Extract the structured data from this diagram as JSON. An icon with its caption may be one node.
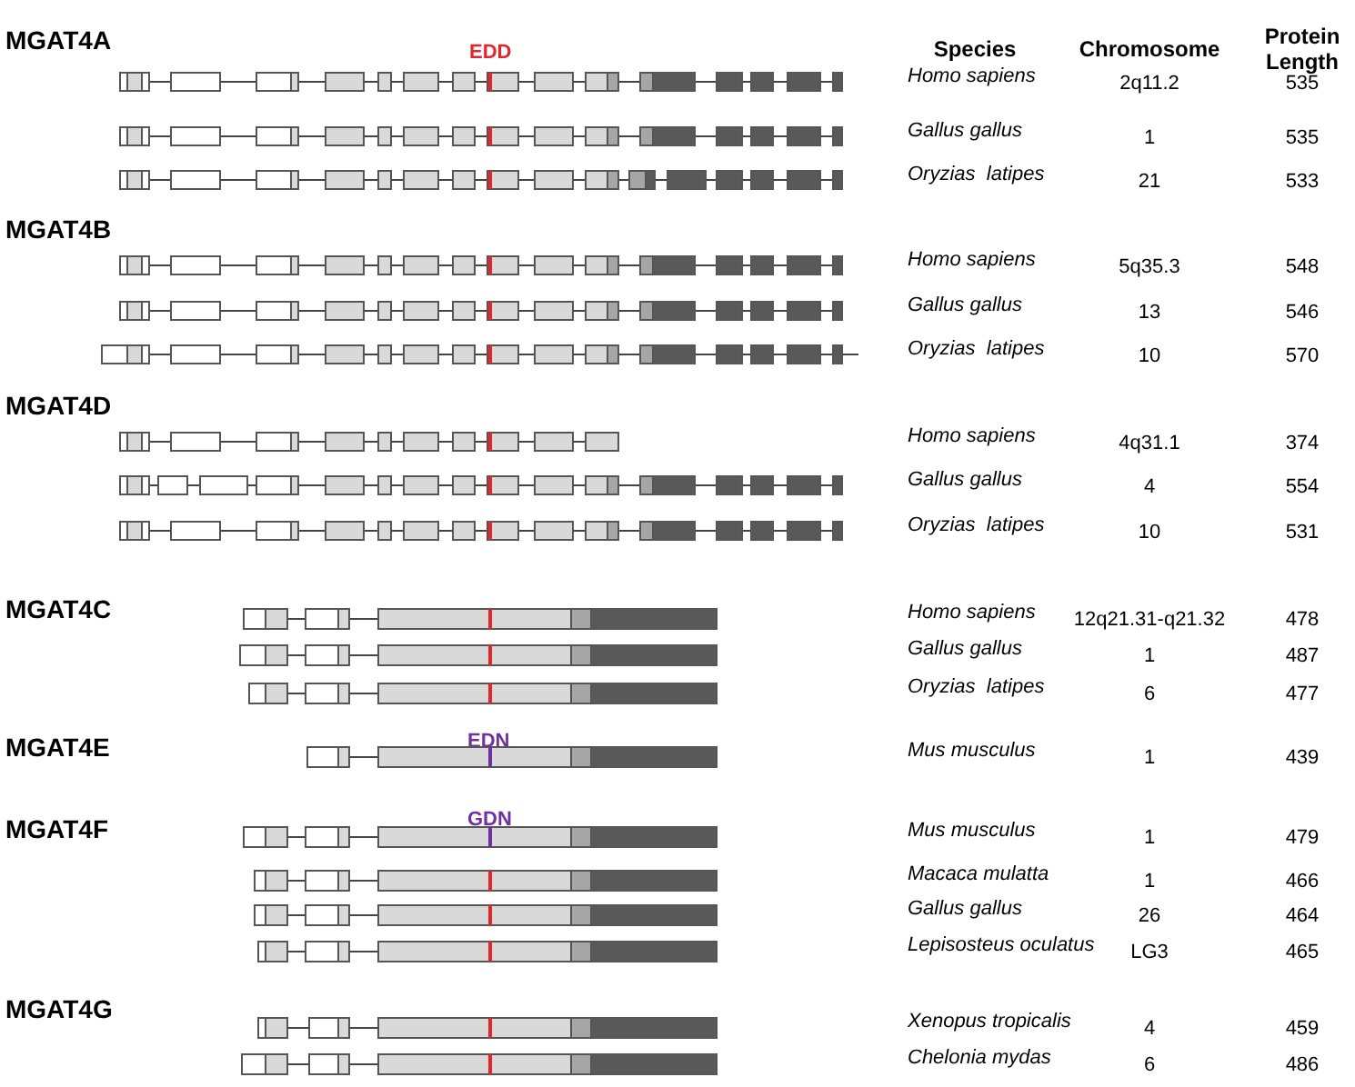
{
  "diagram": {
    "labels": [
      "Species",
      "Chromosome",
      "Protein Length",
      "MGAT4A",
      "EDD",
      "Homo sapiens",
      "2q11.2",
      "535",
      "Gallus gallus",
      "1",
      "535",
      "Oryzias  latipes",
      "21",
      "533",
      "MGAT4B",
      "Homo sapiens",
      "5q35.3",
      "548",
      "Gallus gallus",
      "13",
      "546",
      "Oryzias  latipes",
      "10",
      "570",
      "MGAT4D",
      "Homo sapiens",
      "4q31.1",
      "374",
      "Gallus gallus",
      "4",
      "554",
      "Oryzias  latipes",
      "10",
      "531",
      "MGAT4C",
      "Homo sapiens",
      "12q21.31-q21.32",
      "478",
      "Gallus gallus",
      "1",
      "487",
      "Oryzias  latipes",
      "6",
      "477",
      "MGAT4E",
      "EDN",
      "Mus musculus",
      "1",
      "439",
      "MGAT4F",
      "GDN",
      "Mus musculus",
      "1",
      "479",
      "Macaca mulatta",
      "1",
      "466",
      "Gallus gallus",
      "26",
      "464",
      "Lepisosteus oculatus",
      "LG3",
      "465",
      "MGAT4G",
      "Xenopus tropicalis",
      "4",
      "459",
      "Chelonia mydas",
      "6",
      "486"
    ]
  }
}
